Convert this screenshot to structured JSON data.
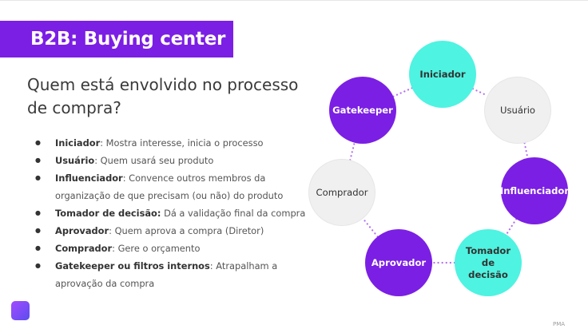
{
  "slide": {
    "title": "B2B: Buying center",
    "subtitle": "Quem está envolvido no processo de compra?",
    "bullets": [
      {
        "term": "Iniciador",
        "sep": ": ",
        "desc": "Mostra interesse, inicia o processo"
      },
      {
        "term": "Usuário",
        "sep": ": ",
        "desc": "Quem usará seu produto"
      },
      {
        "term": "Influenciador",
        "sep": ": ",
        "desc": "Convence outros membros da organização de que precisam (ou não) do produto"
      },
      {
        "term": "Tomador de decisão:",
        "sep": " ",
        "desc": "Dá a validação final da compra"
      },
      {
        "term": "Aprovador",
        "sep": ": ",
        "desc": "Quem aprova a compra (Diretor)"
      },
      {
        "term": "Comprador",
        "sep": ": ",
        "desc": "Gere o orçamento"
      },
      {
        "term": "Gatekeeper ou filtros internos",
        "sep": ": ",
        "desc": "Atrapalham a aprovação da compra"
      }
    ],
    "footer": "PMA"
  },
  "diagram": {
    "nodes": [
      {
        "label": "Iniciador",
        "color": "#4ef3e1"
      },
      {
        "label": "Usuário",
        "color": "#f0f0f0"
      },
      {
        "label": "Influenciador",
        "color": "#7b1fe4"
      },
      {
        "label": "Tomador de decisão",
        "color": "#4ef3e1"
      },
      {
        "label": "Aprovador",
        "color": "#7b1fe4"
      },
      {
        "label": "Comprador",
        "color": "#f0f0f0"
      },
      {
        "label": "Gatekeeper",
        "color": "#7b1fe4"
      }
    ],
    "connector_color": "#b36df0"
  },
  "colors": {
    "brand_purple": "#7b1fe4",
    "brand_teal": "#4ef3e1"
  },
  "icons": {
    "logo": "pma-logo-icon"
  }
}
